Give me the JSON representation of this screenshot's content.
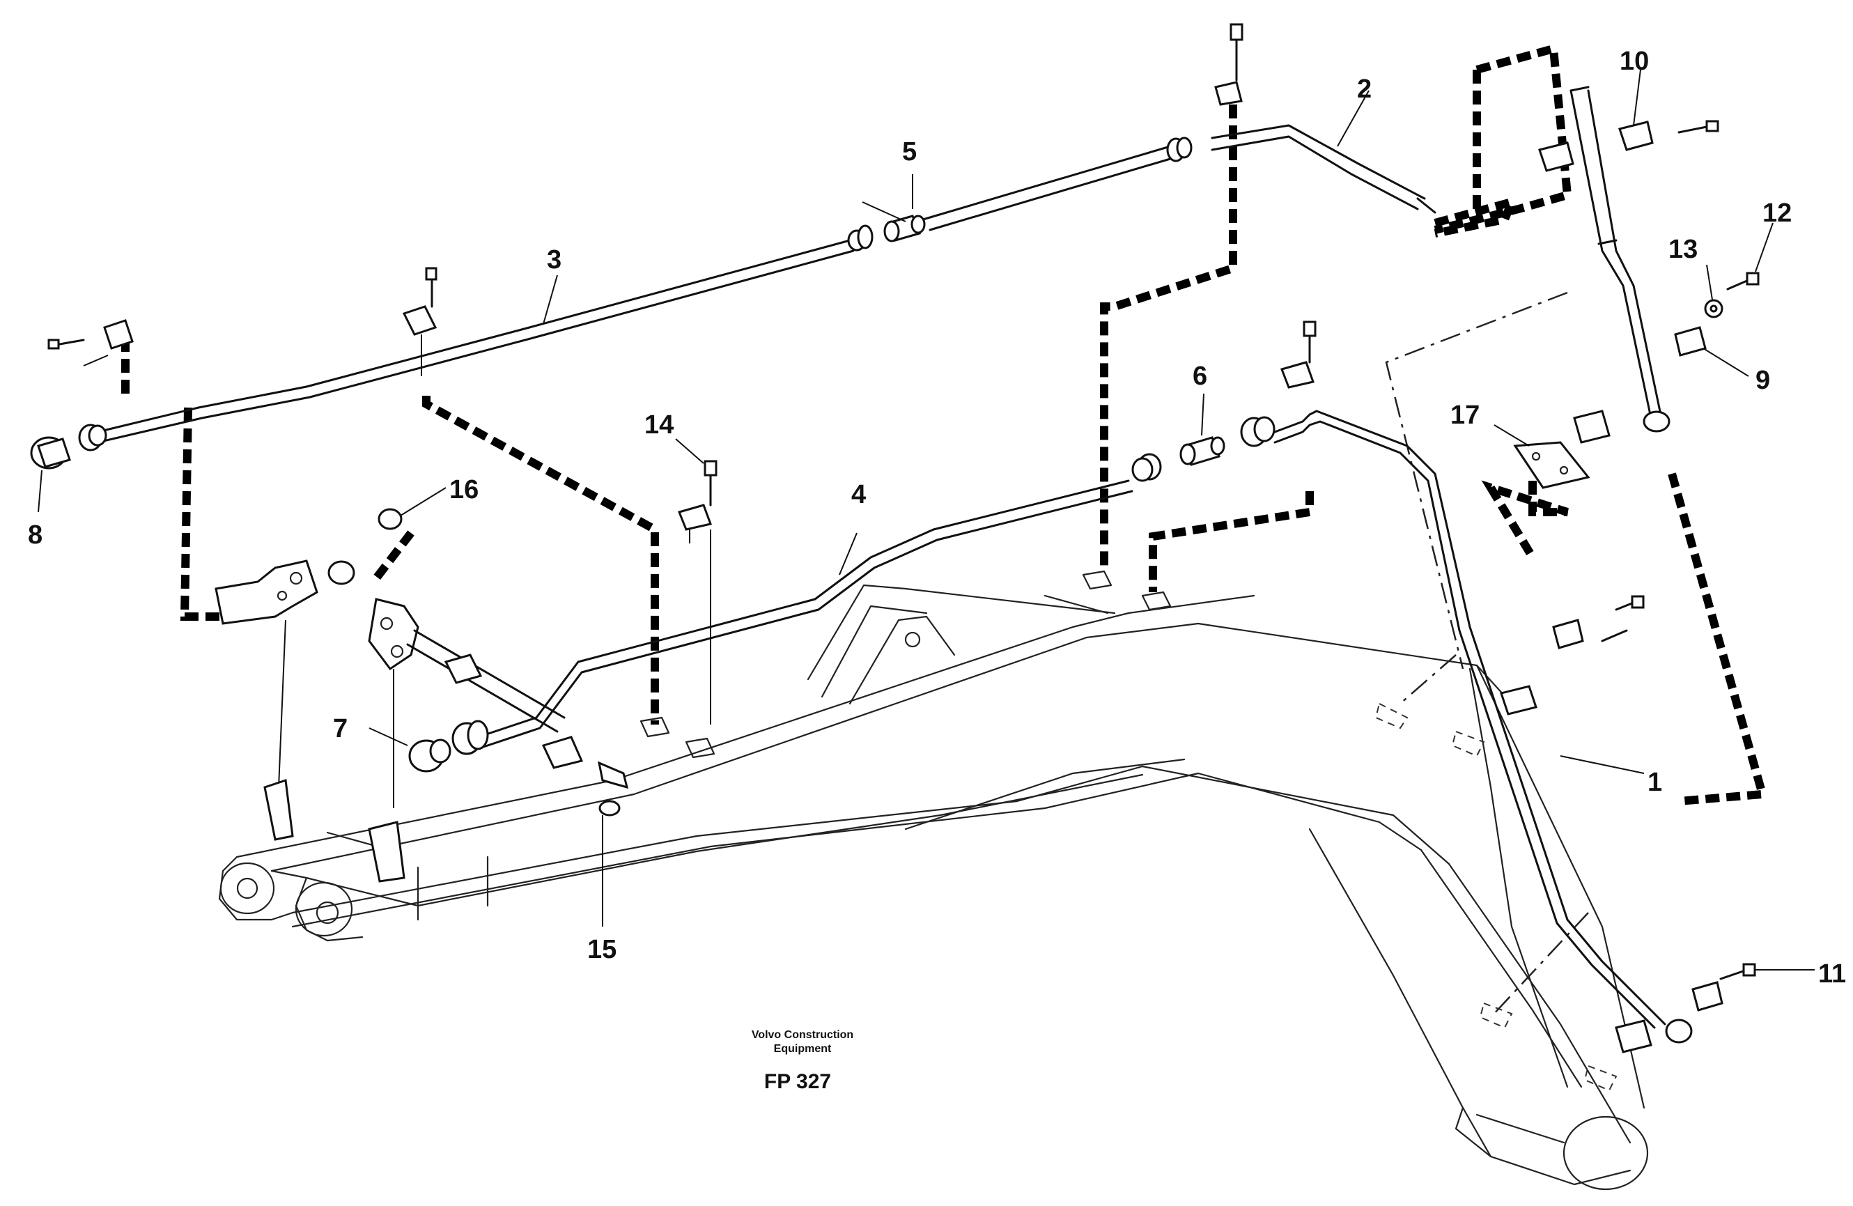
{
  "figure": {
    "maker_line1": "Volvo Construction",
    "maker_line2": "Equipment",
    "fig_number": "FP 327"
  },
  "callouts": {
    "c1": "1",
    "c2": "2",
    "c3": "3",
    "c4": "4",
    "c5": "5",
    "c6": "6",
    "c7": "7",
    "c8": "8",
    "c9": "9",
    "c10": "10",
    "c11": "11",
    "c12": "12",
    "c13": "13",
    "c14": "14",
    "c15": "15",
    "c16": "16",
    "c17": "17"
  }
}
